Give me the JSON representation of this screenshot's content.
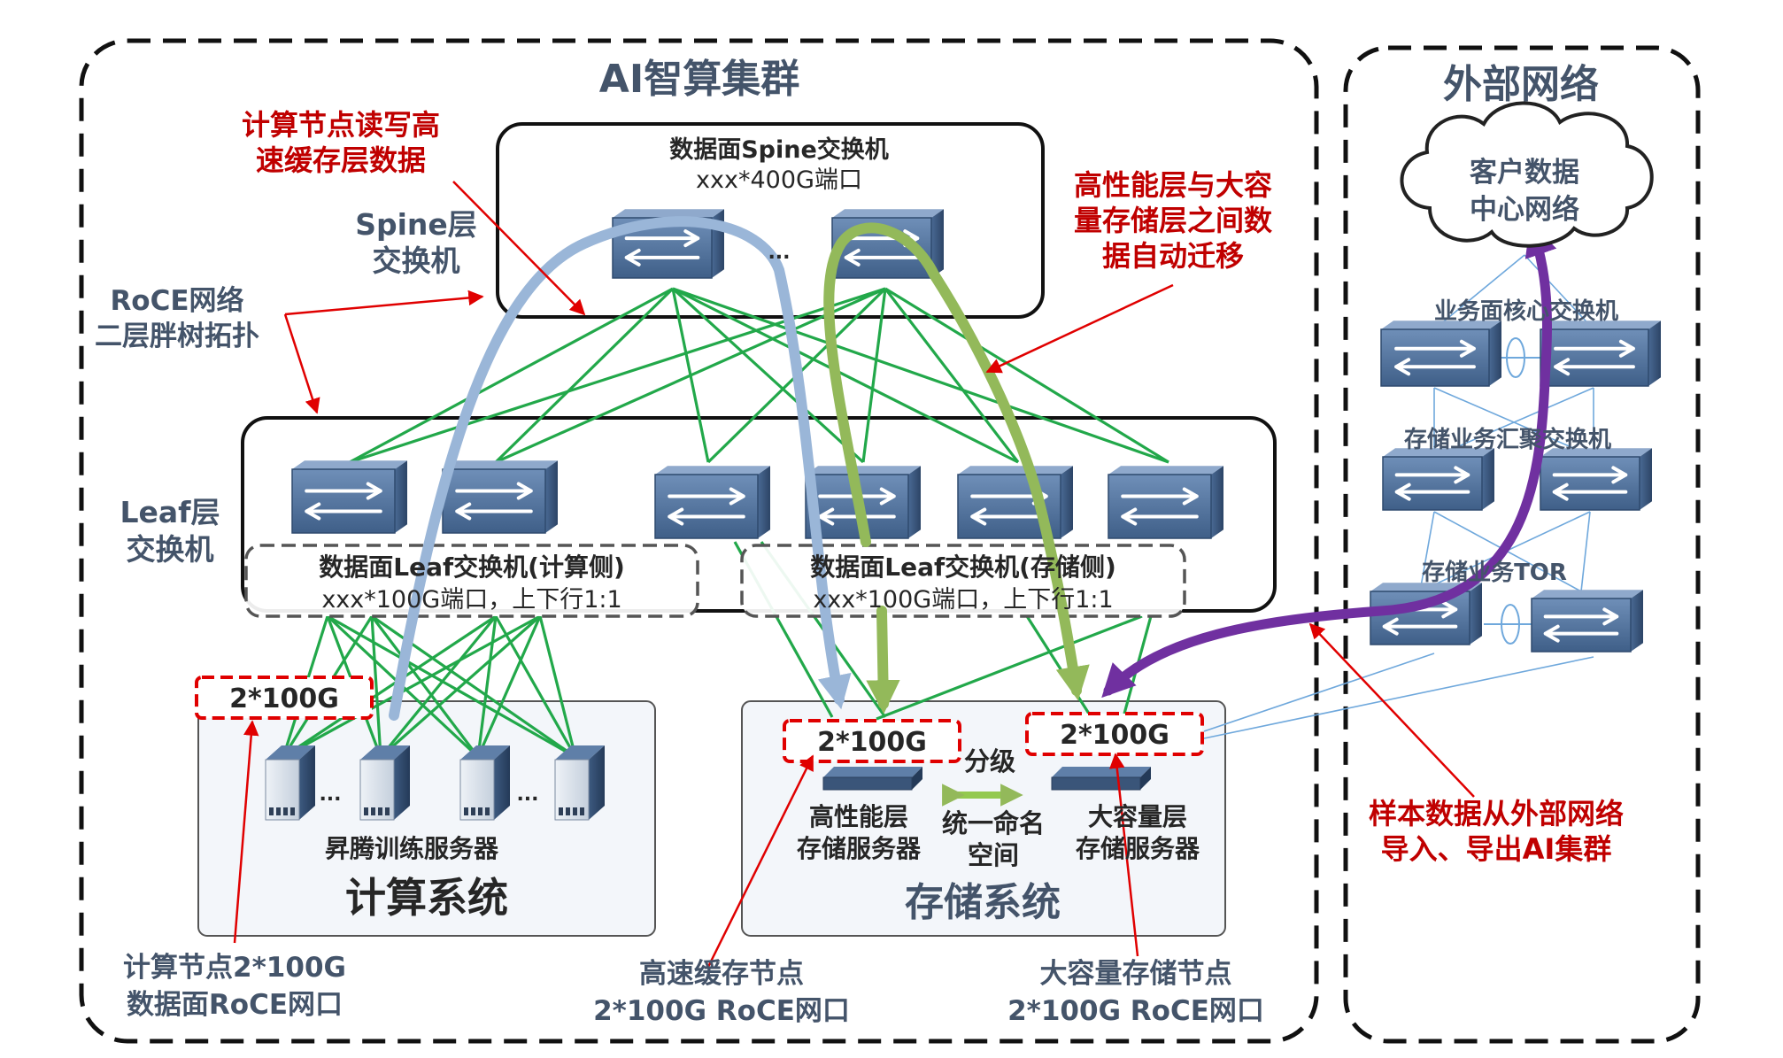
{
  "colors": {
    "accent_red": "#c00000",
    "label_dark": "#44546a",
    "link_green": "#22a84a",
    "arrow_blue": "#9ab6d8",
    "arrow_olive": "#93b95a",
    "arrow_purple": "#7030a0",
    "thin_blue": "#6fa8dc",
    "box_fill": "#f3f6fa"
  },
  "clusters": {
    "ai": {
      "title": "AI智算集群"
    },
    "external": {
      "title": "外部网络"
    }
  },
  "spine": {
    "box_title_line1": "数据面Spine交换机",
    "box_title_line2": "xxx*400G端口",
    "side_label_line1": "Spine层",
    "side_label_line2": "交换机",
    "ellipsis": "..."
  },
  "roce": {
    "line1": "RoCE网络",
    "line2": "二层胖树拓扑"
  },
  "leaf": {
    "side_label_line1": "Leaf层",
    "side_label_line2": "交换机",
    "compute_side_line1": "数据面Leaf交换机(计算侧)",
    "compute_side_line2": "xxx*100G端口，上下行1:1",
    "storage_side_line1": "数据面Leaf交换机(存储侧)",
    "storage_side_line2": "xxx*100G端口，上下行1:1"
  },
  "callouts": {
    "compute_rw_line1": "计算节点读写高",
    "compute_rw_line2": "速缓存层数据",
    "migrate_line1": "高性能层与大容",
    "migrate_line2": "量存储层之间数",
    "migrate_line3": "据自动迁移",
    "sample_line1": "样本数据从外部网络",
    "sample_line2": "导入、导出AI集群"
  },
  "ports": {
    "compute": "2*100G",
    "hp_storage": "2*100G",
    "cap_storage": "2*100G"
  },
  "compute_system": {
    "title": "计算系统",
    "servers_label": "昇腾训练服务器",
    "ellipsis": "..."
  },
  "storage_system": {
    "title": "存储系统",
    "hp_line1": "高性能层",
    "hp_line2": "存储服务器",
    "cap_line1": "大容量层",
    "cap_line2": "存储服务器",
    "tier_label": "分级",
    "namespace_line1": "统一命名",
    "namespace_line2": "空间"
  },
  "bottom_notes": {
    "compute_line1": "计算节点2*100G",
    "compute_line2": "数据面RoCE网口",
    "cache_line1": "高速缓存节点",
    "cache_line2": "2*100G RoCE网口",
    "bulk_line1": "大容量存储节点",
    "bulk_line2": "2*100G RoCE网口"
  },
  "external_network": {
    "cloud_line1": "客户数据",
    "cloud_line2": "中心网络",
    "core_switch": "业务面核心交换机",
    "agg_switch": "存储业务汇聚交换机",
    "tor_switch": "存储业务TOR"
  }
}
